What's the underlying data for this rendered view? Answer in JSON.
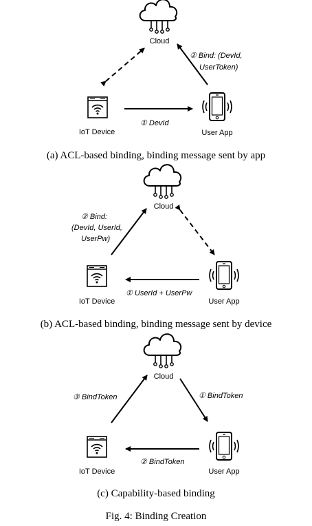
{
  "panels": [
    {
      "cloud_label": "Cloud",
      "device_label": "IoT Device",
      "app_label": "User App",
      "msg_cloud_app": [
        "② Bind: (DevId,",
        "UserToken)"
      ],
      "msg_device_app": "① DevId",
      "caption": "(a) ACL-based binding, binding message sent by app"
    },
    {
      "cloud_label": "Cloud",
      "device_label": "IoT Device",
      "app_label": "User App",
      "msg_device_cloud": [
        "② Bind:",
        "(DevId, UserId,",
        "UserPw)"
      ],
      "msg_app_device": "① UserId + UserPw",
      "caption": "(b) ACL-based binding, binding message sent by device"
    },
    {
      "cloud_label": "Cloud",
      "device_label": "IoT Device",
      "app_label": "User App",
      "msg_device_cloud": "③ BindToken",
      "msg_cloud_app": "① BindToken",
      "msg_app_device": "② BindToken",
      "caption": "(c) Capability-based binding"
    }
  ],
  "figure_caption": "Fig. 4: Binding Creation"
}
